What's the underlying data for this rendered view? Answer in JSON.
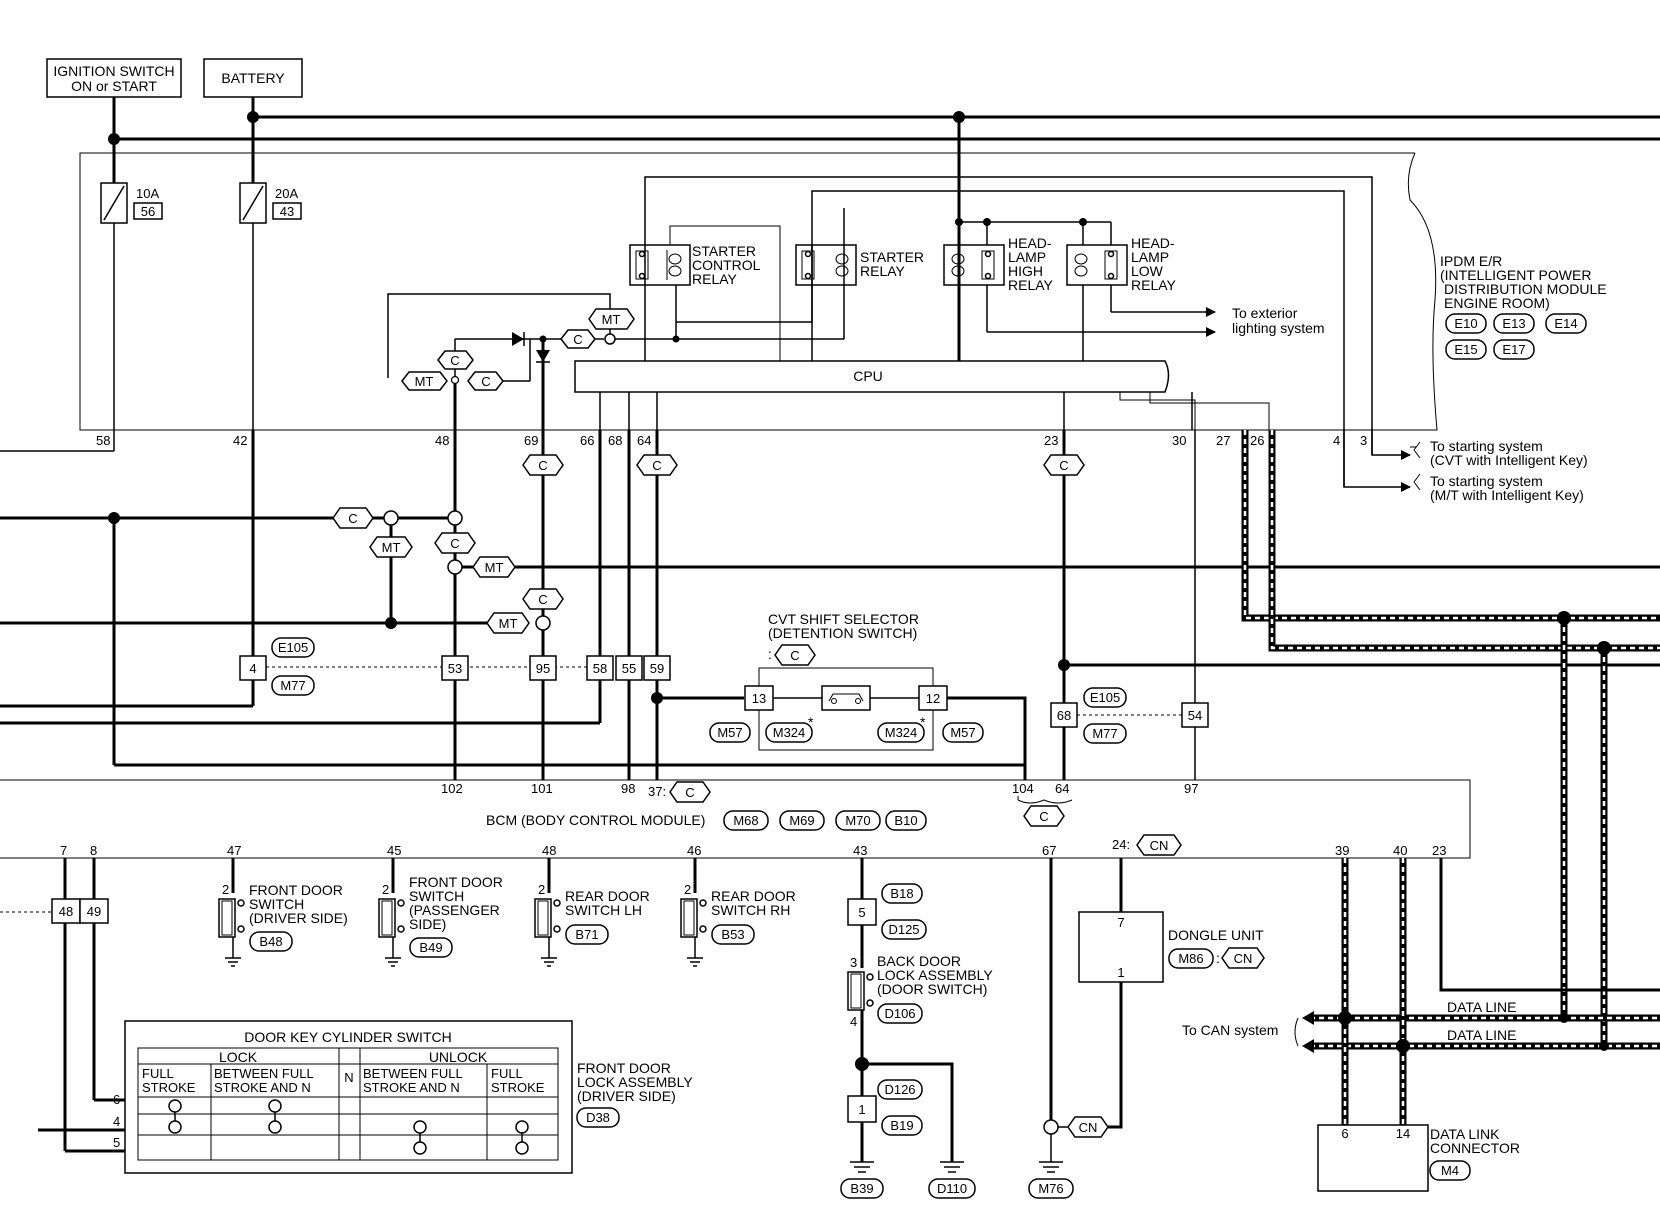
{
  "sources": {
    "ignition": [
      "IGNITION SWITCH",
      "ON or START"
    ],
    "battery": "BATTERY"
  },
  "fuses": [
    {
      "amp": "10A",
      "num": "56"
    },
    {
      "amp": "20A",
      "num": "43"
    }
  ],
  "relays": {
    "starter_control": [
      "STARTER",
      "CONTROL",
      "RELAY"
    ],
    "starter": [
      "STARTER",
      "RELAY"
    ],
    "head_high": [
      "HEAD-",
      "LAMP",
      "HIGH",
      "RELAY"
    ],
    "head_low": [
      "HEAD-",
      "LAMP",
      "LOW",
      "RELAY"
    ]
  },
  "cpu": "CPU",
  "exterior": [
    "To exterior",
    "lighting system"
  ],
  "ipdm": {
    "lines": [
      "IPDM E/R",
      "(INTELLIGENT POWER",
      "DISTRIBUTION MODULE",
      "ENGINE ROOM)"
    ],
    "connectors": [
      "E10",
      "E13",
      "E14",
      "E15",
      "E17"
    ]
  },
  "ipdm_pins": [
    "58",
    "42",
    "48",
    "69",
    "66",
    "68",
    "64",
    "23",
    "30",
    "27",
    "26",
    "4",
    "3"
  ],
  "starting": [
    [
      "To starting system",
      "(CVT with Intelligent Key)"
    ],
    [
      "To starting system",
      "(M/T with Intelligent Key)"
    ]
  ],
  "tags": {
    "c": "C",
    "mt": "MT",
    "cn": "CN"
  },
  "harness_left": {
    "top": "E105",
    "bottom": "M77",
    "pins": [
      "4",
      "53",
      "95",
      "58",
      "55",
      "59"
    ]
  },
  "harness_right": {
    "top": "E105",
    "bottom": "M77",
    "pins": [
      "68",
      "54"
    ]
  },
  "cvt": {
    "lines": [
      "CVT SHIFT SELECTOR",
      "(DETENTION SWITCH)"
    ],
    "prefix": ":",
    "pins": [
      "13",
      "12"
    ],
    "connectors": [
      "M57",
      "M324",
      "M324",
      "M57"
    ],
    "star": "*"
  },
  "bcm": {
    "label": "BCM (BODY CONTROL MODULE)",
    "connectors": [
      "M68",
      "M69",
      "M70",
      "B10"
    ],
    "top_pins": [
      "102",
      "101",
      "98",
      "37:",
      "104",
      "64",
      "97"
    ],
    "bottom_pins": [
      "7",
      "8",
      "47",
      "45",
      "48",
      "46",
      "43",
      "67",
      "24:",
      "39",
      "40",
      "23"
    ]
  },
  "joint": [
    "48",
    "49"
  ],
  "switches": [
    {
      "lines": [
        "FRONT DOOR",
        "SWITCH",
        "(DRIVER SIDE)"
      ],
      "conn": "B48",
      "pin": "2"
    },
    {
      "lines": [
        "FRONT DOOR",
        "SWITCH",
        "(PASSENGER",
        "SIDE)"
      ],
      "conn": "B49",
      "pin": "2"
    },
    {
      "lines": [
        "REAR DOOR",
        "SWITCH LH"
      ],
      "conn": "B71",
      "pin": "2"
    },
    {
      "lines": [
        "REAR DOOR",
        "SWITCH RH"
      ],
      "conn": "B53",
      "pin": "2"
    }
  ],
  "back_door": {
    "lines": [
      "BACK DOOR",
      "LOCK ASSEMBLY",
      "(DOOR SWITCH)"
    ],
    "conns": [
      "B18",
      "D125",
      "D106",
      "D126",
      "B19"
    ],
    "pins": [
      "5",
      "3",
      "4",
      "1"
    ],
    "grounds": [
      "B39",
      "D110"
    ]
  },
  "dongle": {
    "label": "DONGLE UNIT",
    "conn": "M86",
    "pins": [
      "7",
      "1"
    ],
    "ground": "M76"
  },
  "door_key": {
    "title": "DOOR KEY CYLINDER SWITCH",
    "lock": "LOCK",
    "unlock": "UNLOCK",
    "n": "N",
    "cols": [
      [
        "FULL",
        "STROKE"
      ],
      [
        "BETWEEN FULL",
        "STROKE AND N"
      ],
      [
        "BETWEEN FULL",
        "STROKE AND N"
      ],
      [
        "FULL",
        "STROKE"
      ]
    ],
    "rows": [
      "6",
      "4",
      "5"
    ]
  },
  "front_lock": {
    "lines": [
      "FRONT DOOR",
      "LOCK ASSEMBLY",
      "(DRIVER SIDE)"
    ],
    "conn": "D38"
  },
  "can": {
    "label": "To CAN system",
    "lines": [
      "DATA LINE",
      "DATA LINE"
    ]
  },
  "dlc": {
    "lines": [
      "DATA LINK",
      "CONNECTOR"
    ],
    "conn": "M4",
    "pins": [
      "6",
      "14"
    ]
  }
}
